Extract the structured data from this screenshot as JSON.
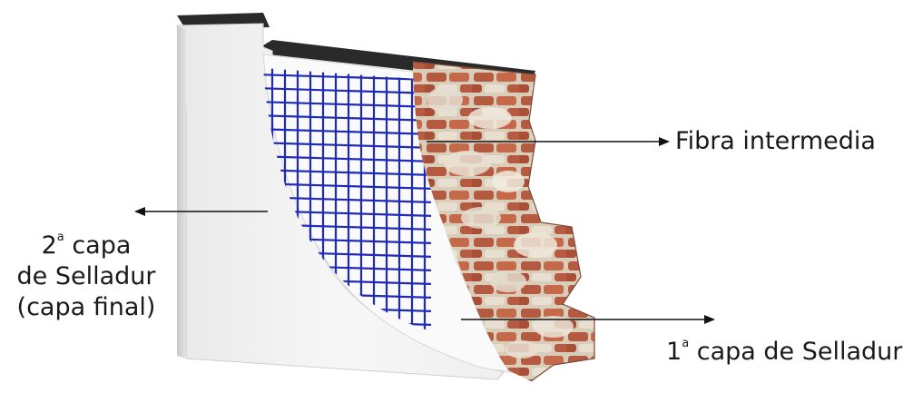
{
  "labels": {
    "fibra_intermedia": "Fibra intermedia",
    "capa1": {
      "number": "1",
      "ordinal": "a",
      "text": " capa de Selladur"
    },
    "capa2": {
      "number": "2",
      "ordinal": "a",
      "line1_rest": " capa",
      "line2": "de Selladur",
      "line3": "(capa final)"
    }
  },
  "colors": {
    "render_plaster": "#f3f3f3",
    "mesh": "#1f2bb8",
    "brick": "#b5553f",
    "stone": "#ddd3c2",
    "wall_top": "#2a2a2a",
    "text": "#1a1a1a",
    "arrow": "#111111"
  }
}
